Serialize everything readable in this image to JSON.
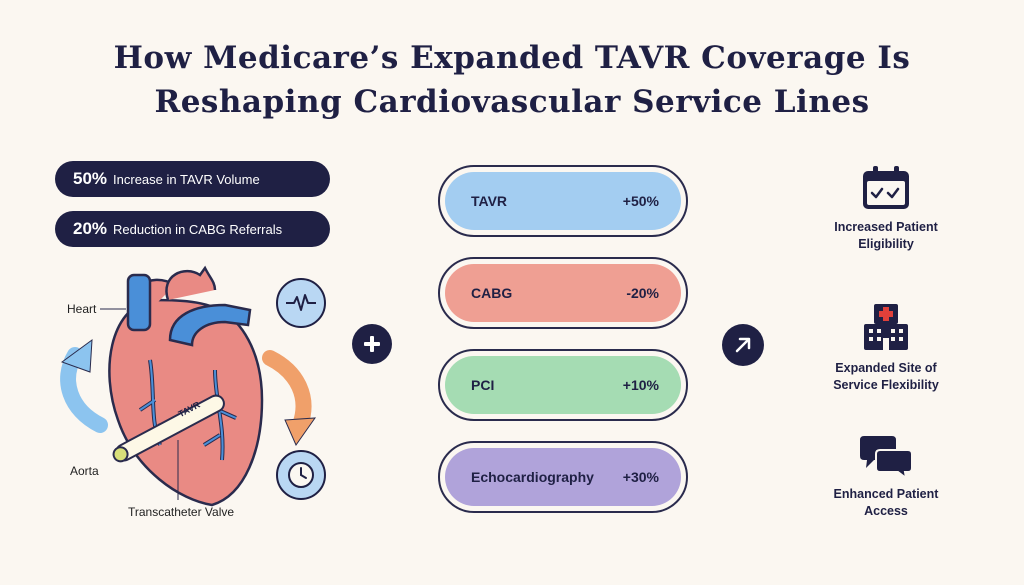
{
  "title_line1": "How Medicare’s Expanded TAVR Coverage Is",
  "title_line2": "Reshaping Cardiovascular Service Lines",
  "stats": [
    {
      "value": "50%",
      "label": "Increase in TAVR Volume"
    },
    {
      "value": "20%",
      "label": "Reduction in CABG Referrals"
    }
  ],
  "diagram_labels": {
    "heart": "Heart",
    "aorta": "Aorta",
    "valve": "Transcatheter Valve",
    "device": "TAVR"
  },
  "services": [
    {
      "name": "TAVR",
      "change": "+50%",
      "color": "#a3cdf1"
    },
    {
      "name": "CABG",
      "change": "-20%",
      "color": "#ef9f93"
    },
    {
      "name": "PCI",
      "change": "+10%",
      "color": "#a5dcb3"
    },
    {
      "name": "Echocardiography",
      "change": "+30%",
      "color": "#b0a3da"
    }
  ],
  "impacts": [
    {
      "line1": "Increased Patient",
      "line2": "Eligibility",
      "icon": "calendar-icon"
    },
    {
      "line1": "Expanded Site of",
      "line2": "Service Flexibility",
      "icon": "hospital-icon"
    },
    {
      "line1": "Enhanced Patient",
      "line2": "Access",
      "icon": "chat-bubbles-icon"
    }
  ],
  "colors": {
    "navy": "#1f2044",
    "background": "#fbf7f1",
    "heart_red": "#e98a84",
    "artery_blue": "#4a8fd8",
    "arrow_blue": "#8cc4ef",
    "arrow_orange": "#f0a06a"
  }
}
